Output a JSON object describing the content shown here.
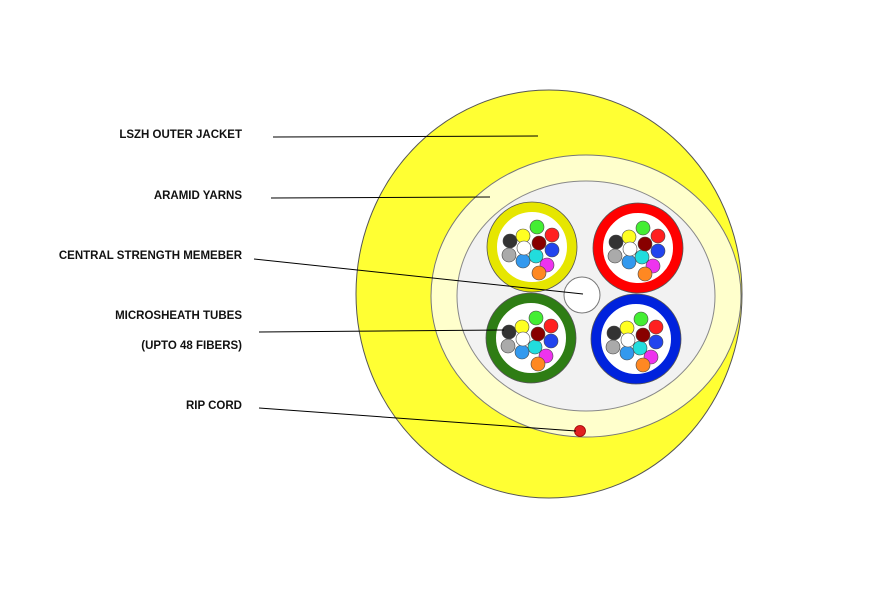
{
  "labels": {
    "outer_jacket": "LSZH OUTER JACKET",
    "aramid_yarns": "ARAMID YARNS",
    "central_member": "CENTRAL STRENGTH MEMEBER",
    "microsheath_tubes": "MICROSHEATH TUBES",
    "microsheath_note": "(UPTO 48 FIBERS)",
    "rip_cord": "RIP CORD"
  },
  "colors": {
    "outer_jacket": "#ffff33",
    "aramid_layer": "#ffffcc",
    "inner_core": "#f2f2f2",
    "central_member": "#ffffff",
    "rip_cord": "#e02020",
    "leader_line": "#000000"
  },
  "tubes": [
    {
      "name": "yellow-tube",
      "color": "#ffff00",
      "ring_color": "#e6e600"
    },
    {
      "name": "red-tube",
      "color": "#ff0000",
      "ring_color": "#ff0000"
    },
    {
      "name": "green-tube",
      "color": "#2e7d14",
      "ring_color": "#2e7d14"
    },
    {
      "name": "blue-tube",
      "color": "#0022dd",
      "ring_color": "#0022dd"
    }
  ],
  "fiber_colors": [
    {
      "name": "green",
      "color": "#44ee33"
    },
    {
      "name": "red",
      "color": "#ff2020"
    },
    {
      "name": "blue",
      "color": "#2244ee"
    },
    {
      "name": "magenta",
      "color": "#ee33ee"
    },
    {
      "name": "orange",
      "color": "#ff8822"
    },
    {
      "name": "aqua",
      "color": "#22dddd"
    },
    {
      "name": "sky",
      "color": "#3399ee"
    },
    {
      "name": "slate",
      "color": "#aaaaaa"
    },
    {
      "name": "black",
      "color": "#333333"
    },
    {
      "name": "yellow",
      "color": "#ffff22"
    },
    {
      "name": "brown",
      "color": "#880000"
    },
    {
      "name": "white",
      "color": "#ffffff"
    }
  ]
}
